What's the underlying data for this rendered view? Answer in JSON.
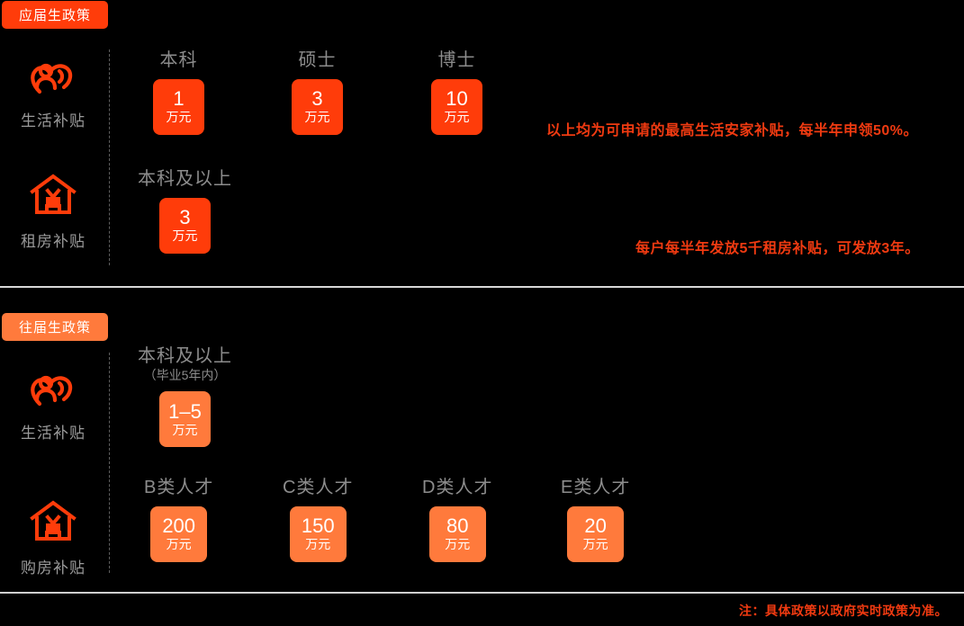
{
  "sections": [
    {
      "key": "fresh_graduate",
      "badge_label": "应届生政策",
      "accent": "#FF3C0A",
      "rows": [
        {
          "key": "living_allowance",
          "icon": "person-in-heart-icon",
          "caption": "生活补贴",
          "tiers": [
            {
              "title": "本科",
              "sub": "",
              "amount": "1",
              "unit": "万元"
            },
            {
              "title": "硕士",
              "sub": "",
              "amount": "3",
              "unit": "万元"
            },
            {
              "title": "博士",
              "sub": "",
              "amount": "10",
              "unit": "万元"
            }
          ],
          "note": "以上均为可申请的最高生活安家补贴，每半年申领50%。"
        },
        {
          "key": "rent_subsidy",
          "icon": "house-with-yuan-icon",
          "caption": "租房补贴",
          "tiers": [
            {
              "title": "本科及以上",
              "sub": "",
              "amount": "3",
              "unit": "万元"
            }
          ],
          "note": "每户每半年发放5千租房补贴，可发放3年。"
        }
      ]
    },
    {
      "key": "past_graduate",
      "badge_label": "往届生政策",
      "accent": "#FF7A3C",
      "rows": [
        {
          "key": "living_allowance_past",
          "icon": "person-in-heart-icon",
          "caption": "生活补贴",
          "tiers": [
            {
              "title": "本科及以上",
              "sub": "（毕业5年内）",
              "amount": "1–5",
              "unit": "万元"
            }
          ],
          "note": ""
        },
        {
          "key": "home_purchase_subsidy",
          "icon": "house-with-yuan-icon",
          "caption": "购房补贴",
          "tiers": [
            {
              "title": "B类人才",
              "sub": "",
              "amount": "200",
              "unit": "万元"
            },
            {
              "title": "C类人才",
              "sub": "",
              "amount": "150",
              "unit": "万元"
            },
            {
              "title": "D类人才",
              "sub": "",
              "amount": "80",
              "unit": "万元"
            },
            {
              "title": "E类人才",
              "sub": "",
              "amount": "20",
              "unit": "万元"
            }
          ],
          "note": ""
        }
      ]
    }
  ],
  "footer_note": "注：具体政策以政府实时政策为准。",
  "colors": {
    "background": "#000000",
    "accent_strong": "#FF3C0A",
    "accent_light": "#FF7A3C",
    "note_red": "#F03A11",
    "muted_text": "#8C8C8C",
    "rule": "#D8D8D8"
  }
}
